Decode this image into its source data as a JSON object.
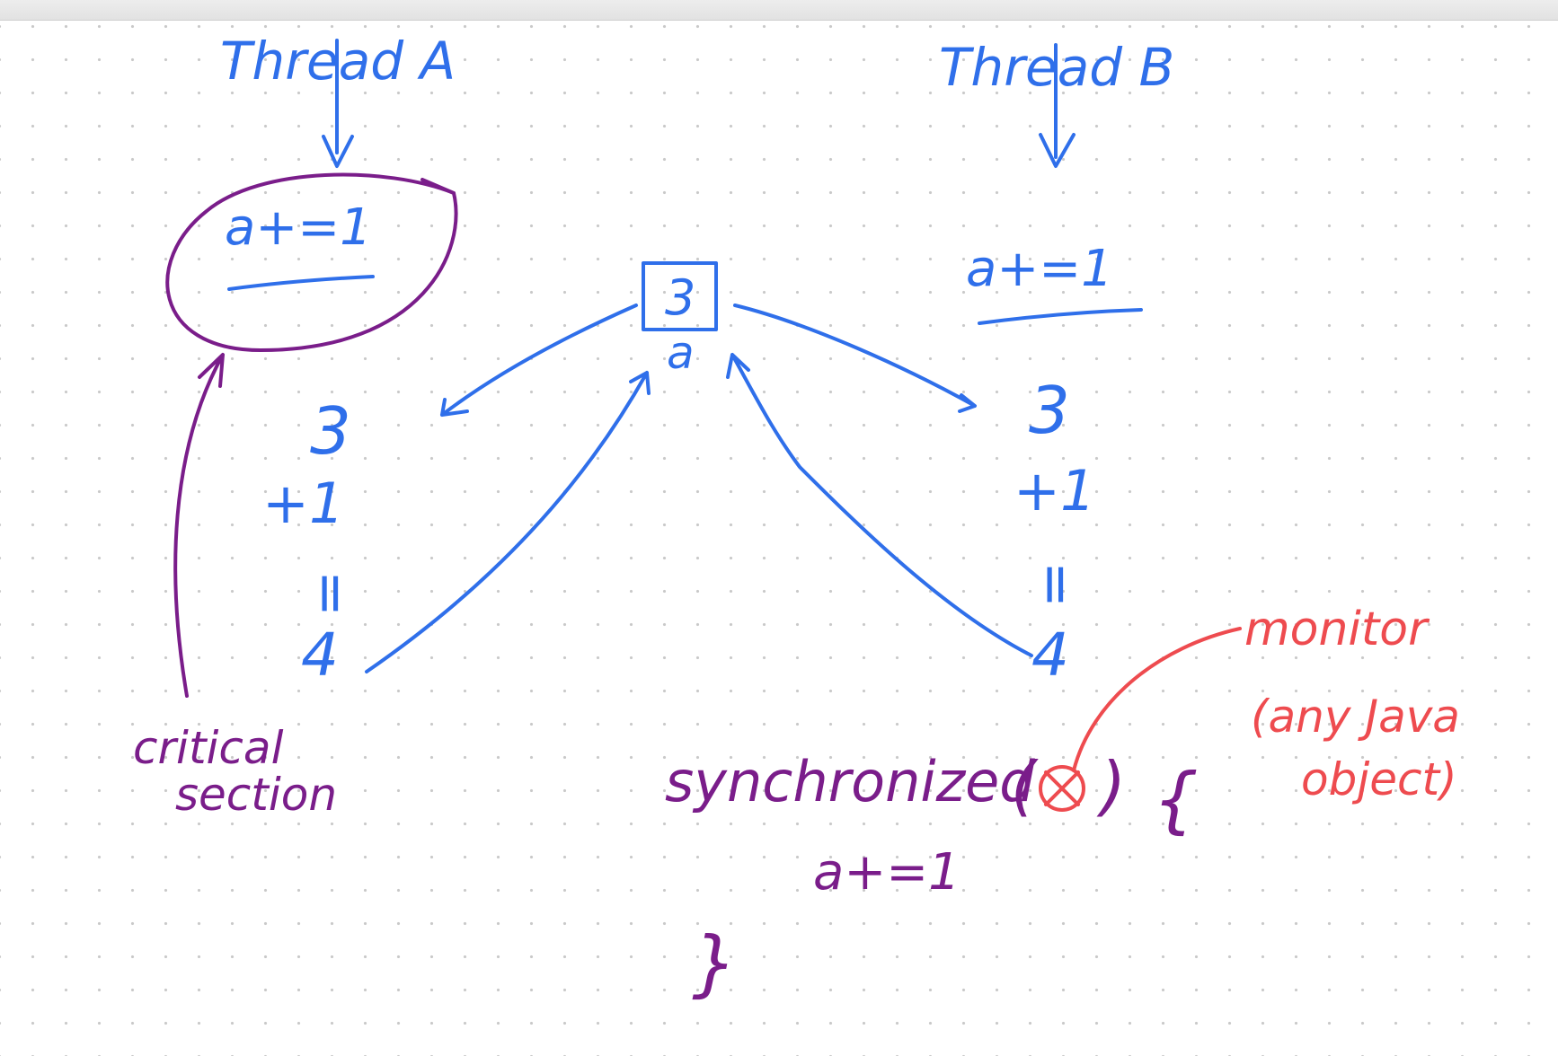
{
  "colors": {
    "blue_ink": "#2f6fea",
    "purple_ink": "#7a1d8a",
    "red_ink": "#ee4b4f",
    "dot_grid": "#c9c9c9"
  },
  "thread_a": {
    "title": "Thread A",
    "statement": "a+=1",
    "steps": [
      "3",
      "+1",
      "=",
      "4"
    ]
  },
  "thread_b": {
    "title": "Thread B",
    "statement": "a+=1",
    "steps": [
      "3",
      "+1",
      "=",
      "4"
    ]
  },
  "shared_variable": {
    "value": "3",
    "name": "a"
  },
  "critical_section_label": [
    "critical",
    "section"
  ],
  "sync_block": {
    "keyword": "synchronized",
    "open_paren": "(",
    "close_paren": ")",
    "open_brace": "{",
    "body": "a+=1",
    "close_brace": "}"
  },
  "monitor_note": {
    "title": "monitor",
    "line1": "(any Java",
    "line2": "object)"
  }
}
